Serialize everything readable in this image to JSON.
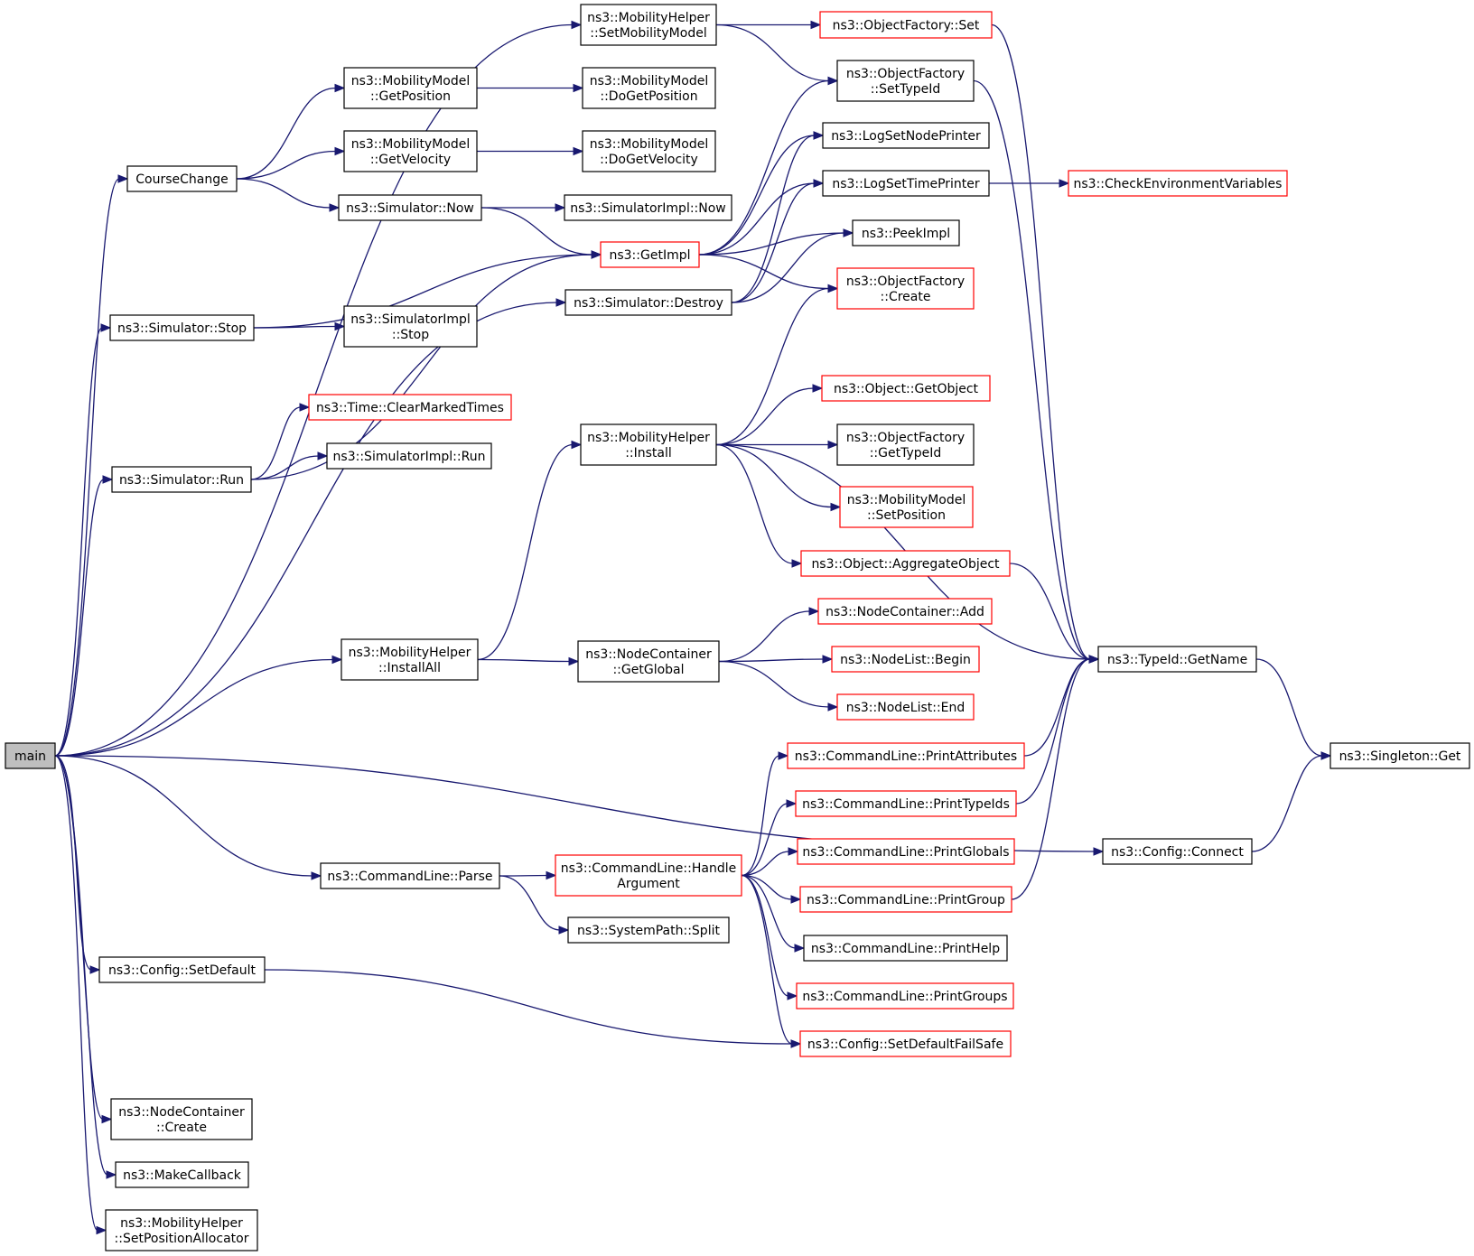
{
  "colors": {
    "edge": "#191970",
    "node_border": "#000000",
    "node_border_truncated": "#ff0000",
    "root_fill": "#bfbfbf",
    "node_fill": "#ffffff"
  },
  "nodes": [
    {
      "id": "main",
      "lines": [
        "main"
      ],
      "border": "black",
      "root": true
    },
    {
      "id": "SetMobilityModel",
      "lines": [
        "ns3::MobilityHelper",
        "::SetMobilityModel"
      ],
      "border": "black"
    },
    {
      "id": "ObjectFactorySet",
      "lines": [
        "ns3::ObjectFactory::Set"
      ],
      "border": "red"
    },
    {
      "id": "ObjectFactorySetTypeId",
      "lines": [
        "ns3::ObjectFactory",
        "::SetTypeId"
      ],
      "border": "black"
    },
    {
      "id": "MMGetPosition",
      "lines": [
        "ns3::MobilityModel",
        "::GetPosition"
      ],
      "border": "black"
    },
    {
      "id": "MMDoGetPosition",
      "lines": [
        "ns3::MobilityModel",
        "::DoGetPosition"
      ],
      "border": "black"
    },
    {
      "id": "MMGetVelocity",
      "lines": [
        "ns3::MobilityModel",
        "::GetVelocity"
      ],
      "border": "black"
    },
    {
      "id": "MMDoGetVelocity",
      "lines": [
        "ns3::MobilityModel",
        "::DoGetVelocity"
      ],
      "border": "black"
    },
    {
      "id": "CourseChange",
      "lines": [
        "CourseChange"
      ],
      "border": "black"
    },
    {
      "id": "LogSetNodePrinter",
      "lines": [
        "ns3::LogSetNodePrinter"
      ],
      "border": "black"
    },
    {
      "id": "LogSetTimePrinter",
      "lines": [
        "ns3::LogSetTimePrinter"
      ],
      "border": "black"
    },
    {
      "id": "CheckEnvVars",
      "lines": [
        "ns3::CheckEnvironmentVariables"
      ],
      "border": "red"
    },
    {
      "id": "SimulatorNow",
      "lines": [
        "ns3::Simulator::Now"
      ],
      "border": "black"
    },
    {
      "id": "SimulatorImplNow",
      "lines": [
        "ns3::SimulatorImpl::Now"
      ],
      "border": "black"
    },
    {
      "id": "PeekImpl",
      "lines": [
        "ns3::PeekImpl"
      ],
      "border": "black"
    },
    {
      "id": "GetImpl",
      "lines": [
        "ns3::GetImpl"
      ],
      "border": "red"
    },
    {
      "id": "ObjectFactoryCreate",
      "lines": [
        "ns3::ObjectFactory",
        "::Create"
      ],
      "border": "red"
    },
    {
      "id": "SimulatorDestroy",
      "lines": [
        "ns3::Simulator::Destroy"
      ],
      "border": "black"
    },
    {
      "id": "SimulatorStop",
      "lines": [
        "ns3::Simulator::Stop"
      ],
      "border": "black"
    },
    {
      "id": "SimulatorImplStop",
      "lines": [
        "ns3::SimulatorImpl",
        "::Stop"
      ],
      "border": "black"
    },
    {
      "id": "ObjectGetObject",
      "lines": [
        "ns3::Object::GetObject"
      ],
      "border": "red"
    },
    {
      "id": "TimeClearMarkedTimes",
      "lines": [
        "ns3::Time::ClearMarkedTimes"
      ],
      "border": "red"
    },
    {
      "id": "MobilityHelperInstall",
      "lines": [
        "ns3::MobilityHelper",
        "::Install"
      ],
      "border": "black"
    },
    {
      "id": "ObjectFactoryGetTypeId",
      "lines": [
        "ns3::ObjectFactory",
        "::GetTypeId"
      ],
      "border": "black"
    },
    {
      "id": "SimulatorImplRun",
      "lines": [
        "ns3::SimulatorImpl::Run"
      ],
      "border": "black"
    },
    {
      "id": "SimulatorRun",
      "lines": [
        "ns3::Simulator::Run"
      ],
      "border": "black"
    },
    {
      "id": "MMSetPosition",
      "lines": [
        "ns3::MobilityModel",
        "::SetPosition"
      ],
      "border": "red"
    },
    {
      "id": "ObjectAggregateObject",
      "lines": [
        "ns3::Object::AggregateObject"
      ],
      "border": "red"
    },
    {
      "id": "NodeContainerAdd",
      "lines": [
        "ns3::NodeContainer::Add"
      ],
      "border": "red"
    },
    {
      "id": "MobilityHelperInstallAll",
      "lines": [
        "ns3::MobilityHelper",
        "::InstallAll"
      ],
      "border": "black"
    },
    {
      "id": "NodeContainerGetGlobal",
      "lines": [
        "ns3::NodeContainer",
        "::GetGlobal"
      ],
      "border": "black"
    },
    {
      "id": "NodeListBegin",
      "lines": [
        "ns3::NodeList::Begin"
      ],
      "border": "red"
    },
    {
      "id": "TypeIdGetName",
      "lines": [
        "ns3::TypeId::GetName"
      ],
      "border": "black"
    },
    {
      "id": "NodeListEnd",
      "lines": [
        "ns3::NodeList::End"
      ],
      "border": "red"
    },
    {
      "id": "PrintAttributes",
      "lines": [
        "ns3::CommandLine::PrintAttributes"
      ],
      "border": "red"
    },
    {
      "id": "SingletonGet",
      "lines": [
        "ns3::Singleton::Get"
      ],
      "border": "black"
    },
    {
      "id": "PrintTypeIds",
      "lines": [
        "ns3::CommandLine::PrintTypeIds"
      ],
      "border": "red"
    },
    {
      "id": "ConfigConnect",
      "lines": [
        "ns3::Config::Connect"
      ],
      "border": "black"
    },
    {
      "id": "PrintGlobals",
      "lines": [
        "ns3::CommandLine::PrintGlobals"
      ],
      "border": "red"
    },
    {
      "id": "CommandLineParse",
      "lines": [
        "ns3::CommandLine::Parse"
      ],
      "border": "black"
    },
    {
      "id": "HandleArgument",
      "lines": [
        "ns3::CommandLine::Handle",
        "Argument"
      ],
      "border": "red"
    },
    {
      "id": "PrintGroup",
      "lines": [
        "ns3::CommandLine::PrintGroup"
      ],
      "border": "red"
    },
    {
      "id": "SystemPathSplit",
      "lines": [
        "ns3::SystemPath::Split"
      ],
      "border": "black"
    },
    {
      "id": "PrintHelp",
      "lines": [
        "ns3::CommandLine::PrintHelp"
      ],
      "border": "black"
    },
    {
      "id": "ConfigSetDefault",
      "lines": [
        "ns3::Config::SetDefault"
      ],
      "border": "black"
    },
    {
      "id": "PrintGroups",
      "lines": [
        "ns3::CommandLine::PrintGroups"
      ],
      "border": "red"
    },
    {
      "id": "ConfigSetDefaultFailSafe",
      "lines": [
        "ns3::Config::SetDefaultFailSafe"
      ],
      "border": "red"
    },
    {
      "id": "NodeContainerCreate",
      "lines": [
        "ns3::NodeContainer",
        "::Create"
      ],
      "border": "black"
    },
    {
      "id": "MakeCallback",
      "lines": [
        "ns3::MakeCallback"
      ],
      "border": "black"
    },
    {
      "id": "SetPositionAllocator",
      "lines": [
        "ns3::MobilityHelper",
        "::SetPositionAllocator"
      ],
      "border": "black"
    }
  ],
  "edges": [
    [
      "main",
      "SetMobilityModel"
    ],
    [
      "main",
      "CourseChange"
    ],
    [
      "main",
      "SimulatorStop"
    ],
    [
      "main",
      "SimulatorRun"
    ],
    [
      "main",
      "SimulatorDestroy"
    ],
    [
      "main",
      "MobilityHelperInstallAll"
    ],
    [
      "main",
      "CommandLineParse"
    ],
    [
      "main",
      "ConfigSetDefault"
    ],
    [
      "main",
      "ConfigConnect"
    ],
    [
      "main",
      "NodeContainerCreate"
    ],
    [
      "main",
      "MakeCallback"
    ],
    [
      "main",
      "SetPositionAllocator"
    ],
    [
      "SetMobilityModel",
      "ObjectFactorySet"
    ],
    [
      "SetMobilityModel",
      "ObjectFactorySetTypeId"
    ],
    [
      "ObjectFactorySet",
      "TypeIdGetName"
    ],
    [
      "ObjectFactorySetTypeId",
      "TypeIdGetName"
    ],
    [
      "CourseChange",
      "MMGetPosition"
    ],
    [
      "CourseChange",
      "MMGetVelocity"
    ],
    [
      "CourseChange",
      "SimulatorNow"
    ],
    [
      "MMGetPosition",
      "MMDoGetPosition"
    ],
    [
      "MMGetVelocity",
      "MMDoGetVelocity"
    ],
    [
      "SimulatorNow",
      "SimulatorImplNow"
    ],
    [
      "SimulatorNow",
      "GetImpl"
    ],
    [
      "GetImpl",
      "ObjectFactorySetTypeId"
    ],
    [
      "GetImpl",
      "LogSetNodePrinter"
    ],
    [
      "GetImpl",
      "LogSetTimePrinter"
    ],
    [
      "GetImpl",
      "PeekImpl"
    ],
    [
      "GetImpl",
      "ObjectFactoryCreate"
    ],
    [
      "LogSetTimePrinter",
      "CheckEnvVars"
    ],
    [
      "SimulatorDestroy",
      "LogSetNodePrinter"
    ],
    [
      "SimulatorDestroy",
      "LogSetTimePrinter"
    ],
    [
      "SimulatorDestroy",
      "PeekImpl"
    ],
    [
      "SimulatorStop",
      "GetImpl"
    ],
    [
      "SimulatorStop",
      "SimulatorImplStop"
    ],
    [
      "SimulatorRun",
      "TimeClearMarkedTimes"
    ],
    [
      "SimulatorRun",
      "SimulatorImplRun"
    ],
    [
      "SimulatorRun",
      "GetImpl"
    ],
    [
      "MobilityHelperInstall",
      "ObjectFactoryCreate"
    ],
    [
      "MobilityHelperInstall",
      "TypeIdGetName"
    ],
    [
      "MobilityHelperInstall",
      "ObjectGetObject"
    ],
    [
      "MobilityHelperInstall",
      "ObjectFactoryGetTypeId"
    ],
    [
      "MobilityHelperInstall",
      "MMSetPosition"
    ],
    [
      "MobilityHelperInstall",
      "ObjectAggregateObject"
    ],
    [
      "ObjectAggregateObject",
      "TypeIdGetName"
    ],
    [
      "MobilityHelperInstallAll",
      "MobilityHelperInstall"
    ],
    [
      "MobilityHelperInstallAll",
      "NodeContainerGetGlobal"
    ],
    [
      "NodeContainerGetGlobal",
      "NodeContainerAdd"
    ],
    [
      "NodeContainerGetGlobal",
      "NodeListBegin"
    ],
    [
      "NodeContainerGetGlobal",
      "NodeListEnd"
    ],
    [
      "TypeIdGetName",
      "SingletonGet"
    ],
    [
      "ConfigConnect",
      "SingletonGet"
    ],
    [
      "PrintAttributes",
      "TypeIdGetName"
    ],
    [
      "PrintTypeIds",
      "TypeIdGetName"
    ],
    [
      "PrintGroup",
      "TypeIdGetName"
    ],
    [
      "CommandLineParse",
      "HandleArgument"
    ],
    [
      "CommandLineParse",
      "SystemPathSplit"
    ],
    [
      "HandleArgument",
      "PrintAttributes"
    ],
    [
      "HandleArgument",
      "PrintTypeIds"
    ],
    [
      "HandleArgument",
      "PrintGlobals"
    ],
    [
      "HandleArgument",
      "PrintGroup"
    ],
    [
      "HandleArgument",
      "PrintHelp"
    ],
    [
      "HandleArgument",
      "PrintGroups"
    ],
    [
      "HandleArgument",
      "ConfigSetDefaultFailSafe"
    ],
    [
      "ConfigSetDefault",
      "ConfigSetDefaultFailSafe"
    ]
  ]
}
